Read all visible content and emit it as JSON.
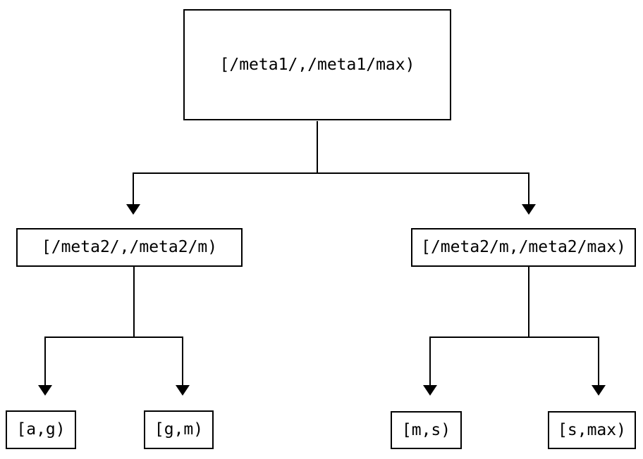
{
  "diagram": {
    "type": "interval-partition-tree",
    "colors": {
      "line": "#000000",
      "background": "#ffffff",
      "text": "#000000"
    },
    "tree": {
      "root": {
        "label": "[/meta1/,/meta1/max)",
        "children": [
          {
            "label": "[/meta2/,/meta2/m)",
            "children": [
              {
                "label": "[a,g)"
              },
              {
                "label": "[g,m)"
              }
            ]
          },
          {
            "label": "[/meta2/m,/meta2/max)",
            "children": [
              {
                "label": "[m,s)"
              },
              {
                "label": "[s,max)"
              }
            ]
          }
        ]
      }
    }
  }
}
